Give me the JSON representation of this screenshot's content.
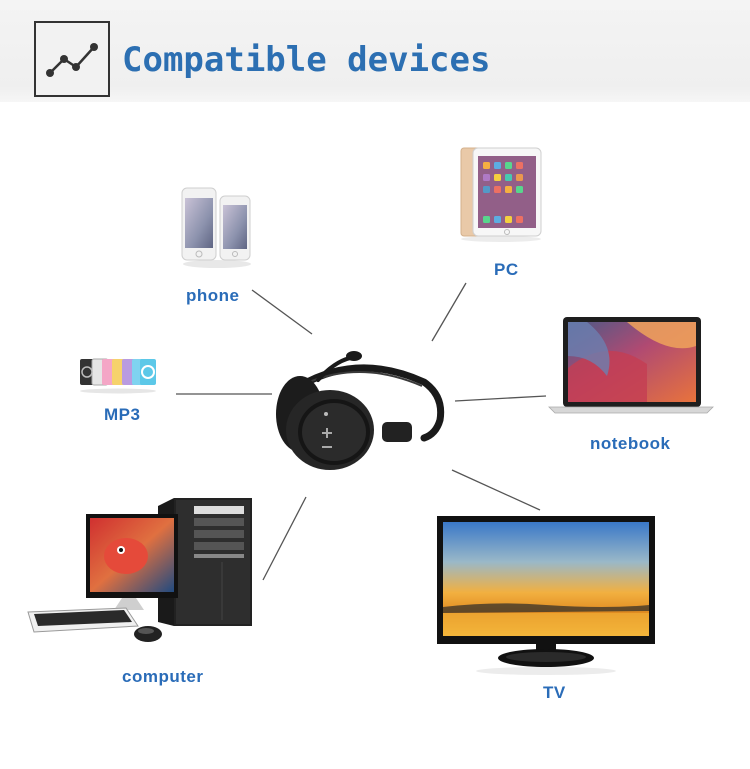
{
  "header": {
    "title": "Compatible devices",
    "icon": "trend-line-icon"
  },
  "devices": {
    "phone": {
      "label": "phone"
    },
    "pc": {
      "label": "PC"
    },
    "mp3": {
      "label": "MP3"
    },
    "notebook": {
      "label": "notebook"
    },
    "computer": {
      "label": "computer"
    },
    "tv": {
      "label": "TV"
    }
  },
  "center": {
    "device": "headset"
  },
  "colors": {
    "label": "#2a6cb8",
    "title": "#2c6fb2",
    "connector": "#555555"
  }
}
